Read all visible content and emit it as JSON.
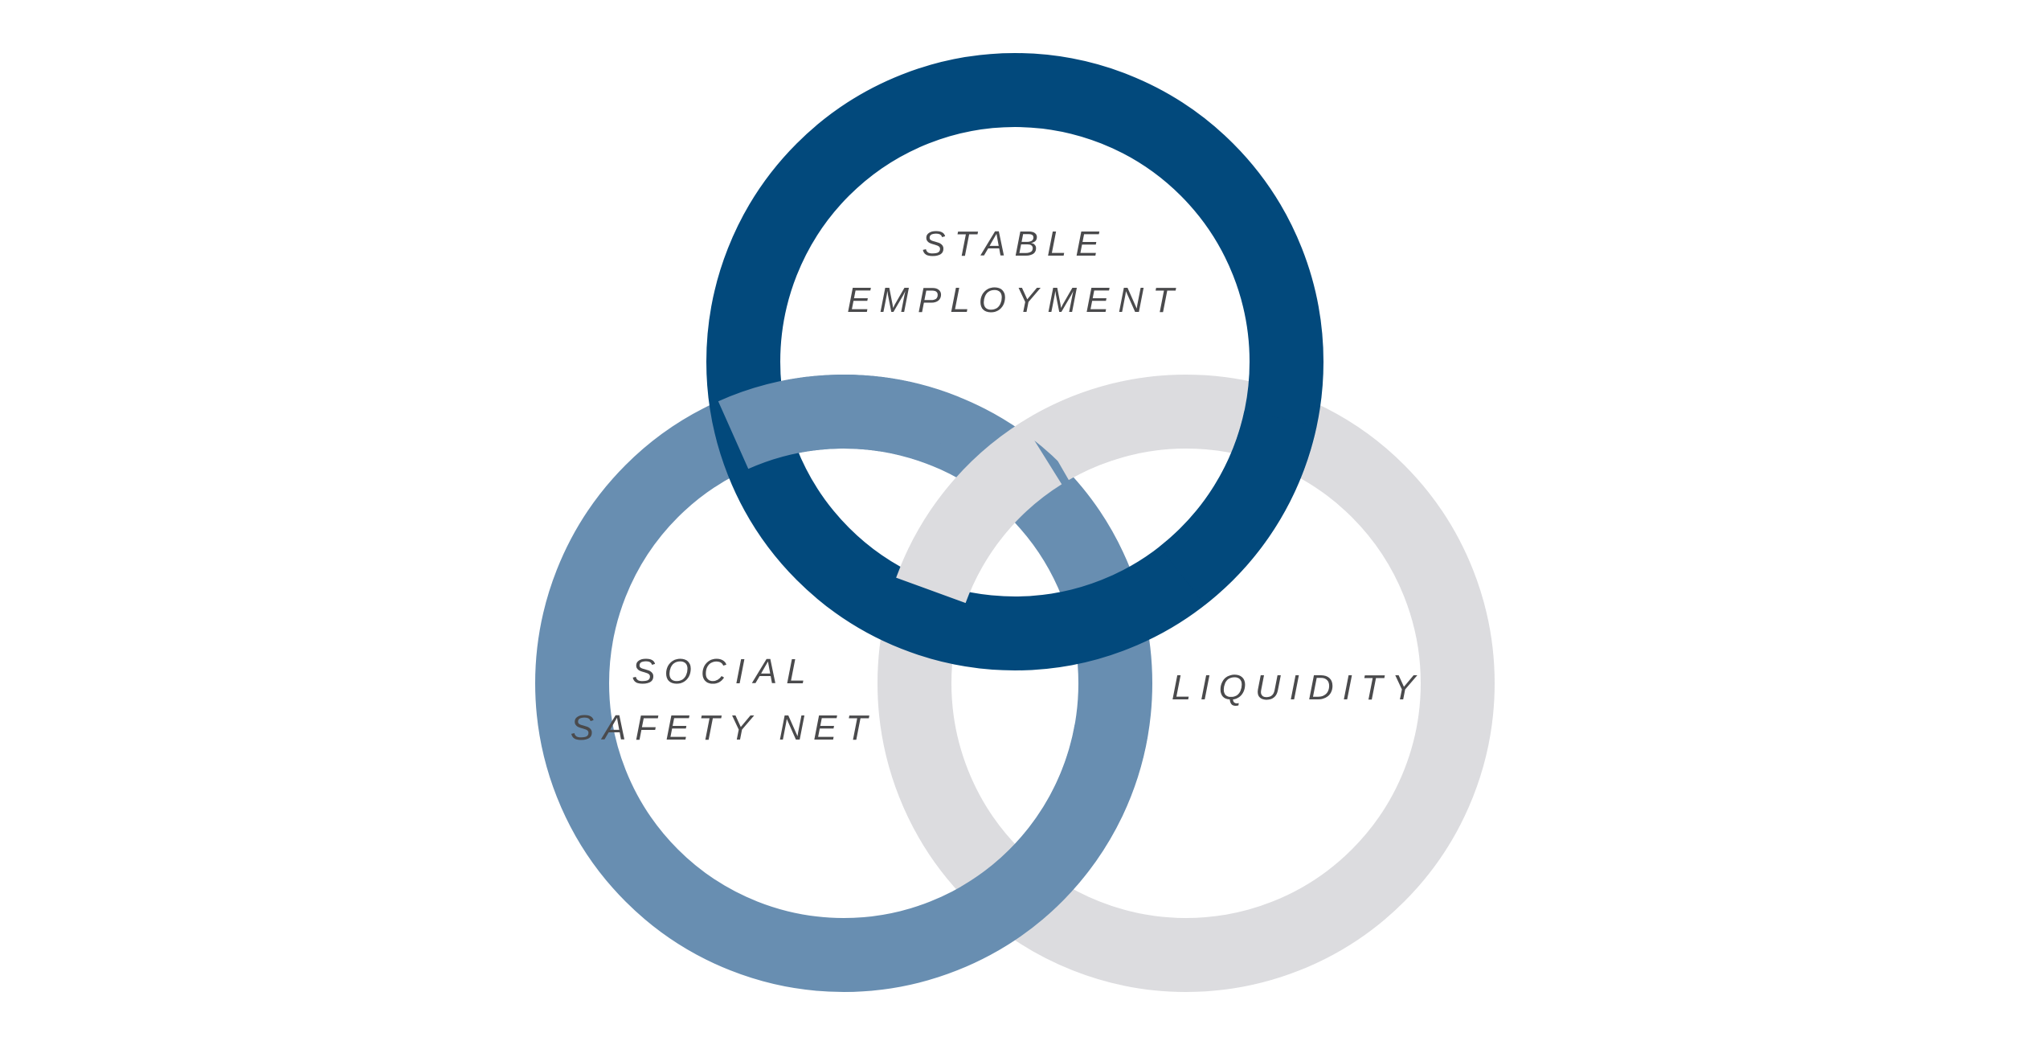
{
  "diagram": {
    "colors": {
      "stable_employment": "#02497c",
      "social_safety_net": "#688eb1",
      "liquidity": "#dcdcdf",
      "label_text": "#4a4a4c",
      "background": "#ffffff"
    },
    "circles": [
      {
        "id": "stable_employment",
        "label_lines": [
          "STABLE",
          "EMPLOYMENT"
        ]
      },
      {
        "id": "social_safety_net",
        "label_lines": [
          "SOCIAL",
          "SAFETY NET"
        ]
      },
      {
        "id": "liquidity",
        "label_lines": [
          "LIQUIDITY"
        ]
      }
    ]
  }
}
